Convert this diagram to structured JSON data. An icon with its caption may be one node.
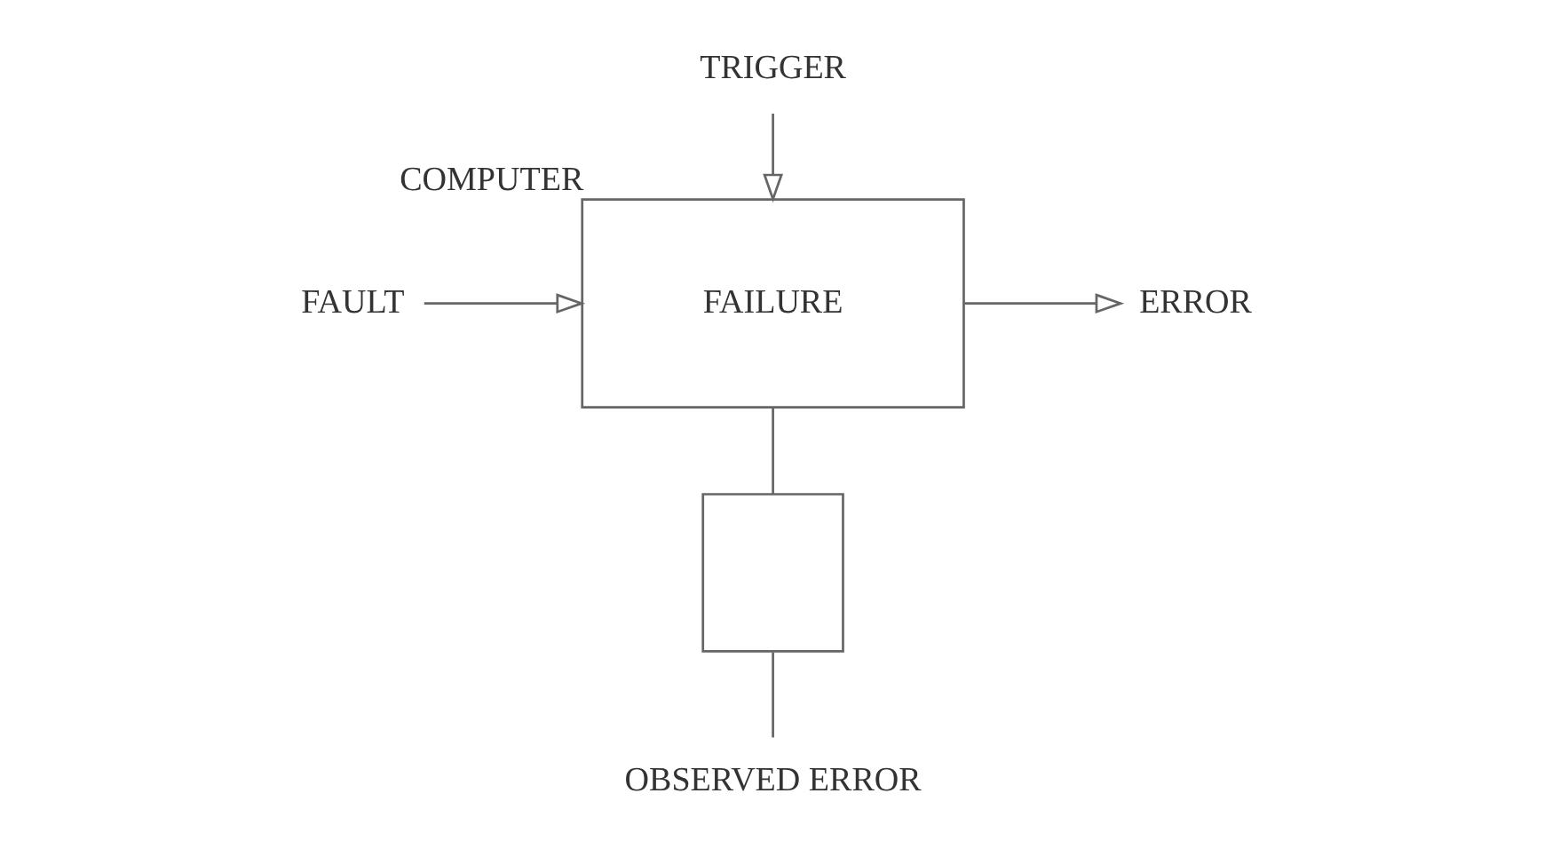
{
  "diagram": {
    "nodes": [
      {
        "text": [
          "TRIGGER"
        ]
      },
      {
        "text": [
          "FAILURE"
        ],
        "beside": [
          "COMPUTER"
        ]
      },
      {
        "text": [
          "FAULT"
        ]
      },
      {
        "text": [
          "ERROR"
        ]
      },
      {
        "text": [],
        "shape": "box"
      },
      {
        "text": [
          "OBSERVED ERROR"
        ]
      }
    ],
    "edges": [
      {
        "from": 0,
        "to": 1,
        "arrow": "to"
      },
      {
        "from": 2,
        "to": 1,
        "arrow": "to"
      },
      {
        "from": 1,
        "to": 3,
        "arrow": "to"
      },
      {
        "from": 1,
        "to": 4,
        "arrow": "none"
      },
      {
        "from": 4,
        "to": 5,
        "arrow": "none"
      }
    ]
  }
}
